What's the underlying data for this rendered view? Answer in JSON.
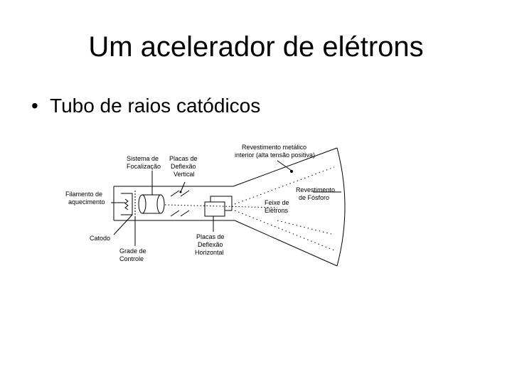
{
  "slide": {
    "title": "Um acelerador de elétrons",
    "bullet": "Tubo de raios catódicos"
  },
  "diagram": {
    "labels": {
      "focus_system": [
        "Sistema de",
        "Focalização"
      ],
      "vertical_plates": [
        "Placas de",
        "Deflexão",
        "Vertical"
      ],
      "metallic_coating": [
        "Revestimento metálico",
        "interior (alta tensão positiva)"
      ],
      "heating_filament": [
        "Filamento de",
        "aquecimento"
      ],
      "phosphor_coating": [
        "Revestimento",
        "de Fósforo"
      ],
      "electron_beam": [
        "Feixe de",
        "Elétrons"
      ],
      "cathode": [
        "Catodo"
      ],
      "horizontal_plates": [
        "Placas de",
        "Deflexão",
        "Horizontal"
      ],
      "control_grid": [
        "Grade de",
        "Controle"
      ]
    }
  }
}
